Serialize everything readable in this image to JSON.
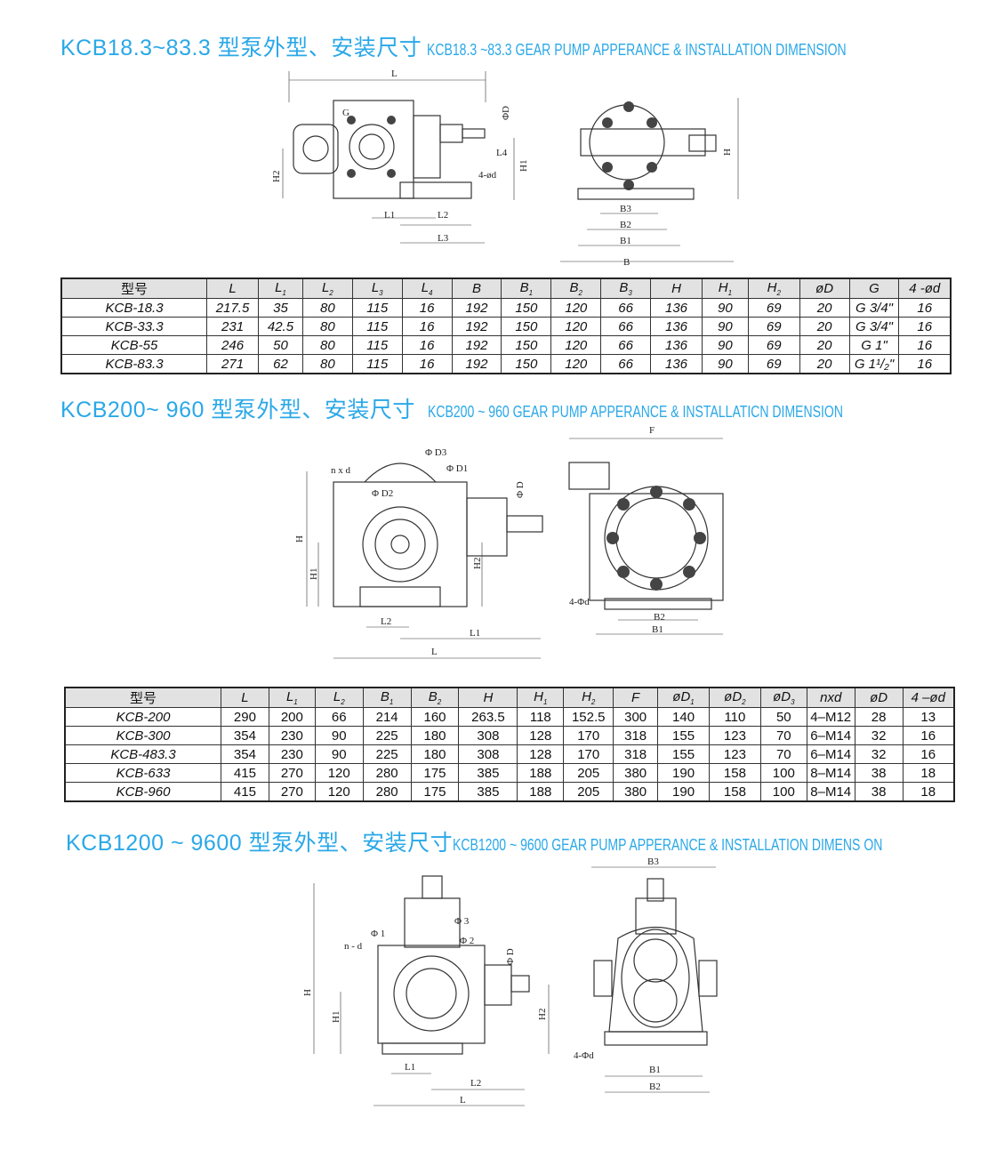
{
  "sections": [
    {
      "title_cn": "KCB18.3~83.3 型泵外型、安装尺寸",
      "title_en": "KCB18.3 ~83.3 GEAR PUMP APPERANCE & INSTALLATION DIMENSION",
      "drawing_labels": {
        "L": "L",
        "G": "G",
        "phiD": "ΦD",
        "L4": "L4",
        "d": "4-ød",
        "H1": "H1",
        "H2": "H2",
        "L1": "L1",
        "L2": "L2",
        "L3": "L3",
        "H": "H",
        "B3": "B3",
        "B2": "B2",
        "B1": "B1",
        "B": "B"
      },
      "table": {
        "headers": [
          {
            "base": "型号",
            "sub": ""
          },
          {
            "base": "L",
            "sub": ""
          },
          {
            "base": "L",
            "sub": "1"
          },
          {
            "base": "L",
            "sub": "2"
          },
          {
            "base": "L",
            "sub": "3"
          },
          {
            "base": "L",
            "sub": "4"
          },
          {
            "base": "B",
            "sub": ""
          },
          {
            "base": "B",
            "sub": "1"
          },
          {
            "base": "B",
            "sub": "2"
          },
          {
            "base": "B",
            "sub": "3"
          },
          {
            "base": "H",
            "sub": ""
          },
          {
            "base": "H",
            "sub": "1"
          },
          {
            "base": "H",
            "sub": "2"
          },
          {
            "base": "øD",
            "sub": ""
          },
          {
            "base": "G",
            "sub": ""
          },
          {
            "base": "4 -ød",
            "sub": ""
          }
        ],
        "rows": [
          [
            "KCB-18.3",
            "217.5",
            "35",
            "80",
            "115",
            "16",
            "192",
            "150",
            "120",
            "66",
            "136",
            "90",
            "69",
            "20",
            "G 3/4\"",
            "16"
          ],
          [
            "KCB-33.3",
            "231",
            "42.5",
            "80",
            "115",
            "16",
            "192",
            "150",
            "120",
            "66",
            "136",
            "90",
            "69",
            "20",
            "G 3/4\"",
            "16"
          ],
          [
            "KCB-55",
            "246",
            "50",
            "80",
            "115",
            "16",
            "192",
            "150",
            "120",
            "66",
            "136",
            "90",
            "69",
            "20",
            "G 1\"",
            "16"
          ],
          [
            "KCB-83.3",
            "271",
            "62",
            "80",
            "115",
            "16",
            "192",
            "150",
            "120",
            "66",
            "136",
            "90",
            "69",
            "20",
            "G 1¹/₂\"",
            "16"
          ]
        ]
      }
    },
    {
      "title_cn": "KCB200~ 960 型泵外型、安装尺寸",
      "title_en": "KCB200 ~ 960 GEAR PUMP APPERANCE & INSTALLATICN DIMENSION",
      "drawing_labels": {
        "D3": "Φ D3",
        "D1": "Φ D1",
        "nxd": "n x d",
        "D2": "Φ D2",
        "phiD": "Φ D",
        "H": "H",
        "H1": "H1",
        "H2": "H2",
        "L2": "L2",
        "L1": "L1",
        "L": "L",
        "F": "F",
        "d": "4-Φd",
        "B2": "B2",
        "B1": "B1"
      },
      "table": {
        "headers": [
          {
            "base": "型号",
            "sub": ""
          },
          {
            "base": "L",
            "sub": ""
          },
          {
            "base": "L",
            "sub": "1"
          },
          {
            "base": "L",
            "sub": "2"
          },
          {
            "base": "B",
            "sub": "1"
          },
          {
            "base": "B",
            "sub": "2"
          },
          {
            "base": "H",
            "sub": ""
          },
          {
            "base": "H",
            "sub": "1"
          },
          {
            "base": "H",
            "sub": "2"
          },
          {
            "base": "F",
            "sub": ""
          },
          {
            "base": "øD",
            "sub": "1"
          },
          {
            "base": "øD",
            "sub": "2"
          },
          {
            "base": "øD",
            "sub": "3"
          },
          {
            "base": "nxd",
            "sub": ""
          },
          {
            "base": "øD",
            "sub": ""
          },
          {
            "base": "4 –ød",
            "sub": ""
          }
        ],
        "rows": [
          [
            "KCB-200",
            "290",
            "200",
            "66",
            "214",
            "160",
            "263.5",
            "118",
            "152.5",
            "300",
            "140",
            "110",
            "50",
            "4–M12",
            "28",
            "13"
          ],
          [
            "KCB-300",
            "354",
            "230",
            "90",
            "225",
            "180",
            "308",
            "128",
            "170",
            "318",
            "155",
            "123",
            "70",
            "6–M14",
            "32",
            "16"
          ],
          [
            "KCB-483.3",
            "354",
            "230",
            "90",
            "225",
            "180",
            "308",
            "128",
            "170",
            "318",
            "155",
            "123",
            "70",
            "6–M14",
            "32",
            "16"
          ],
          [
            "KCB-633",
            "415",
            "270",
            "120",
            "280",
            "175",
            "385",
            "188",
            "205",
            "380",
            "190",
            "158",
            "100",
            "8–M14",
            "38",
            "18"
          ],
          [
            "KCB-960",
            "415",
            "270",
            "120",
            "280",
            "175",
            "385",
            "188",
            "205",
            "380",
            "190",
            "158",
            "100",
            "8–M14",
            "38",
            "18"
          ]
        ]
      }
    },
    {
      "title_cn": "KCB1200 ~ 9600 型泵外型、安装尺寸",
      "title_en": "KCB1200 ~ 9600 GEAR PUMP APPERANCE & INSTALLATION DIMENS ON",
      "drawing_labels": {
        "p1": "Φ 1",
        "p3": "Φ 3",
        "p2": "Φ 2",
        "nd": "n - d",
        "phiD": "Φ D",
        "H": "H",
        "H1": "H1",
        "H2": "H2",
        "L1": "L1",
        "L2": "L2",
        "L": "L",
        "B3": "B3",
        "d": "4-Φd",
        "B1": "B1",
        "B2": "B2"
      }
    }
  ]
}
